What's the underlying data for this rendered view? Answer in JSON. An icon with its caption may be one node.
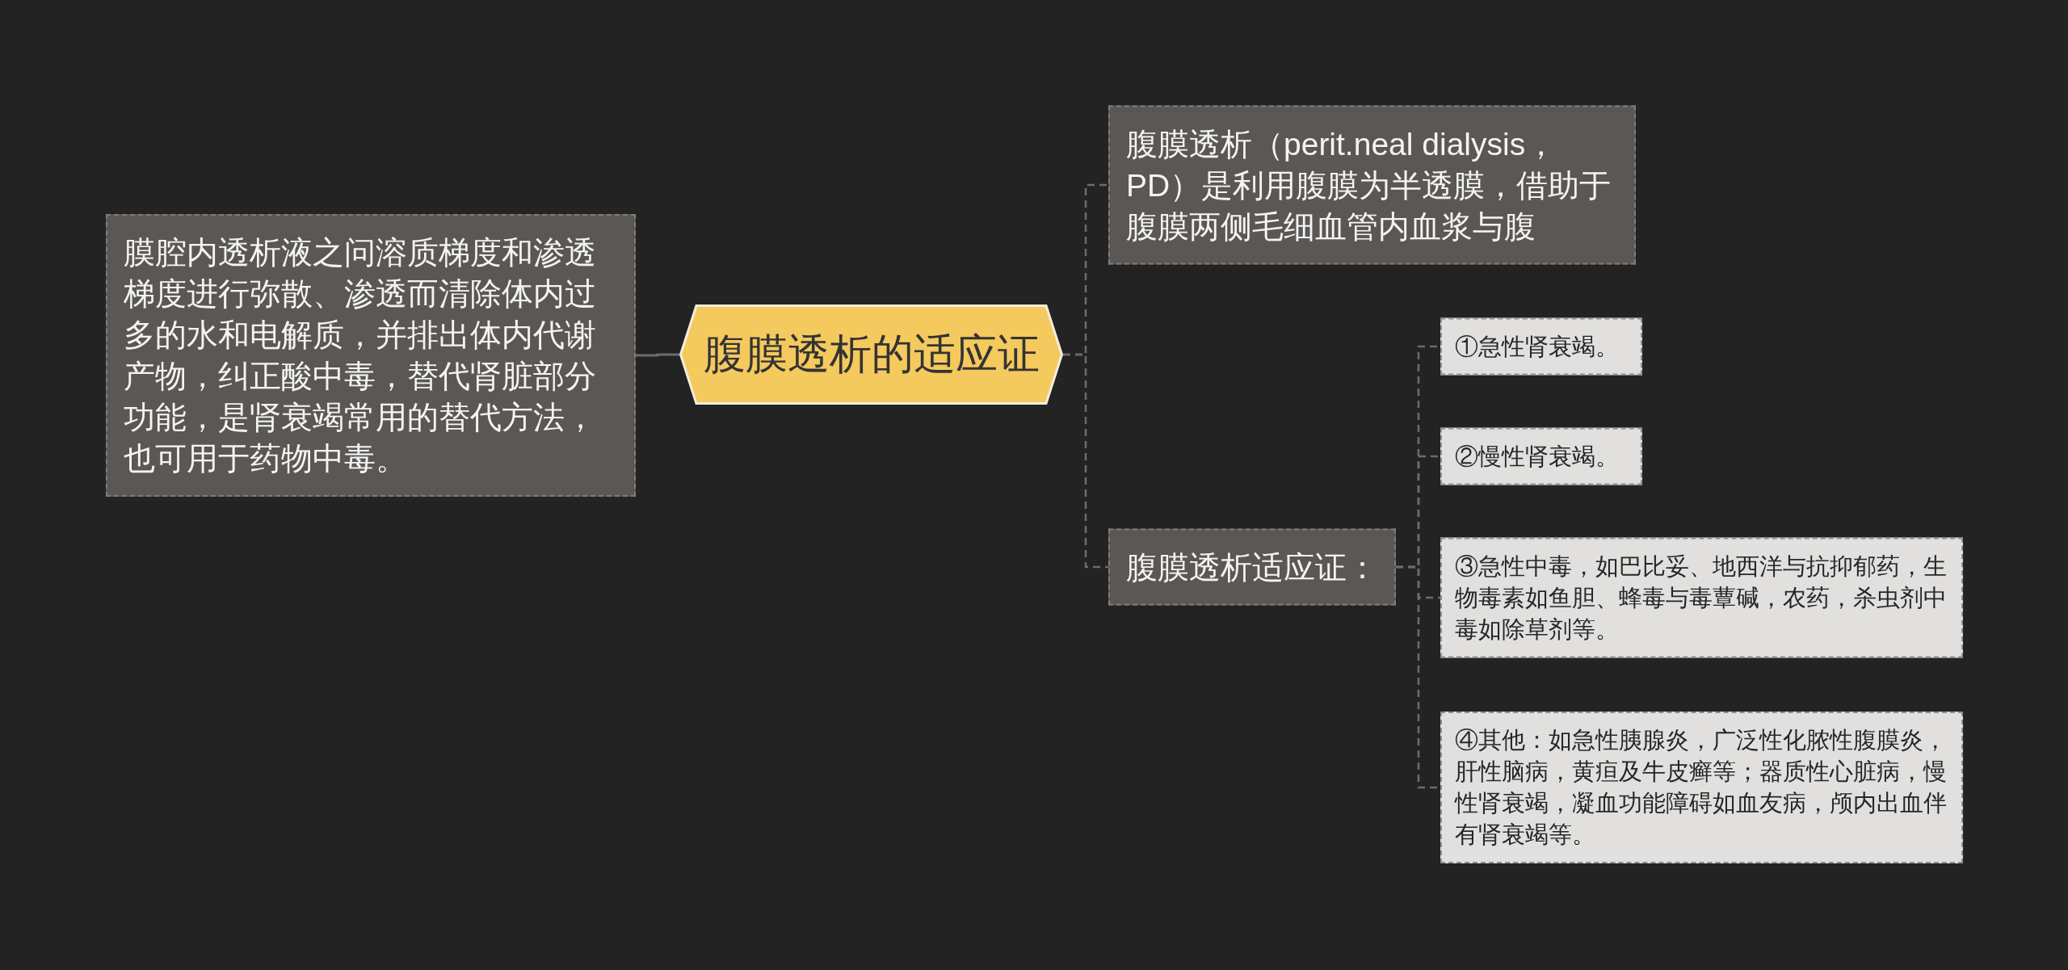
{
  "diagram": {
    "nodes": [
      {
        "text": [
          "腹膜透析的适应证"
        ]
      },
      {
        "text": [
          "膜腔内透析液之问溶质梯度和渗透梯度进行弥散、渗透而清除体内过多的水和电解质，并排出体内代谢产物，纠正酸中毒，替代肾脏部分功能，是肾衰竭常用的替代方法，也可用于药物中毒。"
        ]
      },
      {
        "text": [
          "腹膜透析（perit.neal dialysis，PD）是利用腹膜为半透膜，借助于腹膜两侧毛细血管内血浆与腹"
        ]
      },
      {
        "text": [
          "腹膜透析适应证："
        ]
      },
      {
        "text": [
          "①急性肾衰竭。"
        ]
      },
      {
        "text": [
          "②慢性肾衰竭。"
        ]
      },
      {
        "text": [
          "③急性中毒，如巴比妥、地西洋与抗抑郁药，生物毒素如鱼胆、蜂毒与毒蕈碱，农药，杀虫剂中毒如除草剂等。"
        ]
      },
      {
        "text": [
          "④其他：如急性胰腺炎，广泛性化脓性腹膜炎，肝性脑病，黄疸及牛皮癣等；器质性心脏病，慢性肾衰竭，凝血功能障碍如血友病，颅内出血伴有肾衰竭等。"
        ]
      }
    ],
    "edges": [
      {
        "from": 0,
        "to": 1,
        "arrow": "none"
      },
      {
        "from": 0,
        "to": 2,
        "arrow": "none",
        "style": "dashed"
      },
      {
        "from": 0,
        "to": 3,
        "arrow": "none",
        "style": "dashed"
      },
      {
        "from": 3,
        "to": 4,
        "arrow": "none",
        "style": "dashed"
      },
      {
        "from": 3,
        "to": 5,
        "arrow": "none",
        "style": "dashed"
      },
      {
        "from": 3,
        "to": 6,
        "arrow": "none",
        "style": "dashed"
      },
      {
        "from": 3,
        "to": 7,
        "arrow": "none",
        "style": "dashed"
      }
    ]
  }
}
